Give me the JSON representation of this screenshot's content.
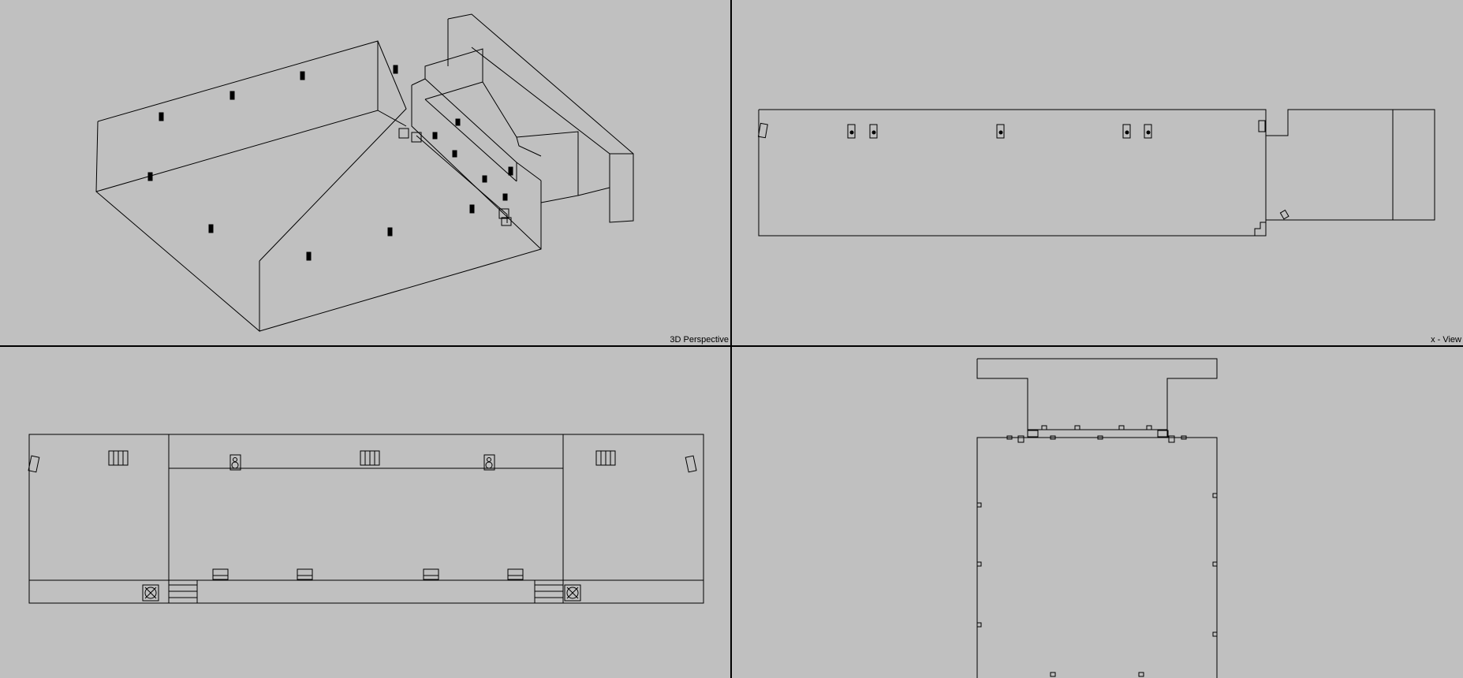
{
  "app": {
    "window_title": "Wireframe level editor — 4-view layout"
  },
  "viewports": [
    {
      "id": "perspective",
      "label": "3D Perspective"
    },
    {
      "id": "x_view",
      "label": "x - View"
    },
    {
      "id": "front_view",
      "label": ""
    },
    {
      "id": "top_view",
      "label": ""
    }
  ],
  "colors": {
    "background": "#c0c0c0",
    "wire": "#000000"
  },
  "icons": [
    "speaker-icon",
    "door-icon",
    "vent-icon",
    "light-fixture-icon",
    "fan-icon",
    "stairs-icon"
  ]
}
